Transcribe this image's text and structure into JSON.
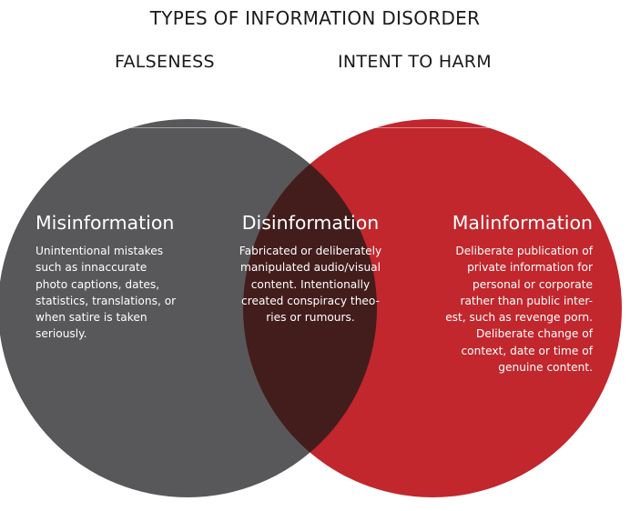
{
  "title": "TYPES OF INFORMATION DISORDER",
  "circle_labels": {
    "left": "FALSENESS",
    "right": "INTENT TO HARM"
  },
  "colors": {
    "left_circle": "#58585a",
    "right_circle": "#c1272d",
    "overlap": "#421d1c",
    "text_on_circles": "#ffffff"
  },
  "sections": {
    "misinformation": {
      "heading": "Misinformation",
      "lines": [
        "Unintentional mistakes",
        "such as innaccurate",
        "photo captions, dates,",
        "statistics, translations, or",
        "when satire is taken",
        "seriously."
      ]
    },
    "disinformation": {
      "heading": "Disinformation",
      "lines": [
        "Fabricated or deliberately",
        "manipulated audio/visual",
        "content. Intentionally",
        "created conspiracy theo-",
        "ries or rumours."
      ]
    },
    "malinformation": {
      "heading": "Malinformation",
      "lines": [
        "Deliberate publication of",
        "private information for",
        "personal or corporate",
        "rather than public inter-",
        "est, such as revenge porn.",
        "Deliberate change of",
        "context, date or time of",
        "genuine content."
      ]
    }
  }
}
